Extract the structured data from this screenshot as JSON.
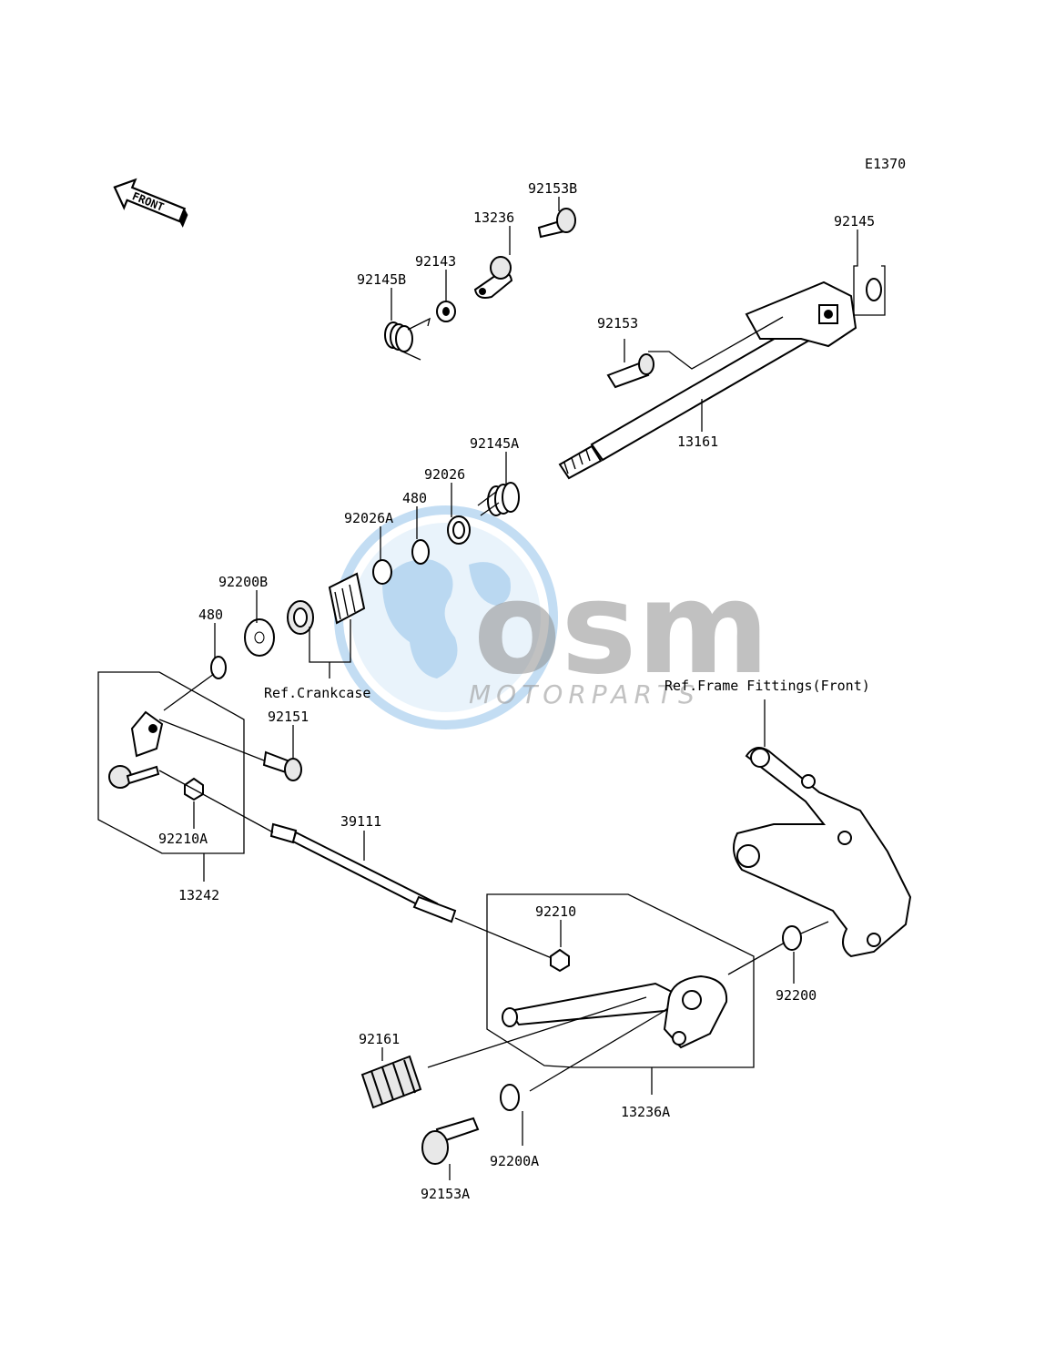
{
  "diagram_code": "E1370",
  "front_arrow_label": "FRONT",
  "watermark": {
    "brand": "osm",
    "sub": "MOTORPARTS",
    "colors": {
      "globe": "#a9cfee",
      "text": "#8f8f8f"
    }
  },
  "labels": {
    "p92153B": "92153B",
    "p13236": "13236",
    "p92143": "92143",
    "p92145B": "92145B",
    "p92145": "92145",
    "p92153": "92153",
    "p13161": "13161",
    "p92145A": "92145A",
    "p92026": "92026",
    "p480_top": "480",
    "p92026A": "92026A",
    "p92200B": "92200B",
    "p480_left": "480",
    "ref_crankcase": "Ref.Crankcase",
    "ref_frame": "Ref.Frame Fittings(Front)",
    "p92151": "92151",
    "p39111": "39111",
    "p92210A": "92210A",
    "p13242": "13242",
    "p92210": "92210",
    "p92200": "92200",
    "p92161": "92161",
    "p13236A": "13236A",
    "p92200A": "92200A",
    "p92153A": "92153A"
  }
}
